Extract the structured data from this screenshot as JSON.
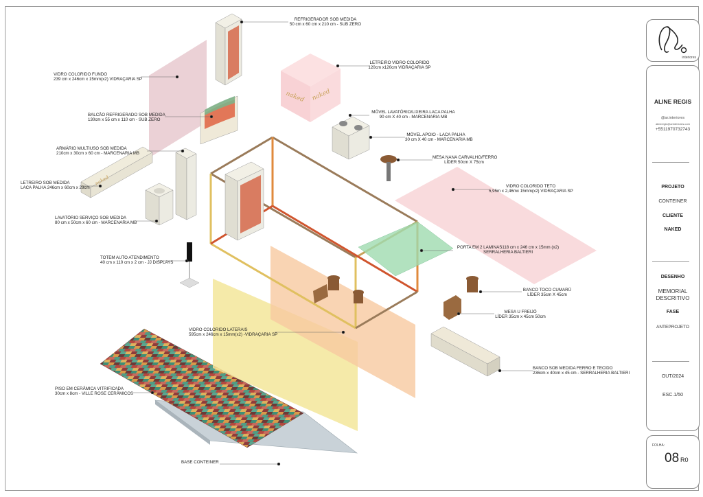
{
  "labels": {
    "refrigerador": {
      "title": "REFRIGERADOR SOB MEDIDA",
      "sub": "50 cm x 60 cm x 210 cm - SUB ZERO"
    },
    "vidro_fundo": {
      "title": "VIDRO COLORIDO  FUNDO",
      "sub": "239 cm x 246cm x 15mm(x2) VIDRAÇARIA SP"
    },
    "letreiro_vidro": {
      "title": "LETREIRO VIDRO COLORIDO",
      "sub": "120cm x120cm VIDRAÇARIA SP"
    },
    "balcao": {
      "title": "BALCÃO REFRIGERADO SOB MEDIDA",
      "sub": "130cm x 55 cm x 110 cm - SUB ZERO"
    },
    "movel_lavatorio": {
      "title": "MÓVEL LAVATÓRIO/LIXEIRA LACA PALHA",
      "sub": "90 cm X 40 cm - MARCENARIA MB"
    },
    "movel_apoio": {
      "title": "MÓVEL APOIO - LACA PALHA",
      "sub": "30 cm X 40 cm - MARCENARIA MB"
    },
    "armario": {
      "title": "ARMÁRIO MULTIUSO SOB MEDIDA",
      "sub": "210cm x 30cm x 60 cm - MARCENARIA MB"
    },
    "mesa_nana": {
      "title": "MESA NANA CARVALHO/FERRO",
      "sub": "LÍDER 50cm X 75cm"
    },
    "letreiro_sob": {
      "title": "LETREIRO SOB MEDIDA",
      "sub": "LACA PALHA 246cm x 60cm x 29cm"
    },
    "vidro_teto": {
      "title": "VIDRO COLORIDO TETO",
      "sub": "5,95m x 2,46mx 15mm(x2) VIDRAÇARIA SP"
    },
    "lavatorio_servico": {
      "title": "LAVATÓRIO SERVIÇO SOB MEDIDA",
      "sub": "80 cm x 50cm x 60 cm - MARCENARIA MB"
    },
    "porta": {
      "title": "PORTA  EM 2 LAMINAS118 cm x  246 cm x 15mm (x2)",
      "sub": "SERRALHERIA BALTIERI"
    },
    "totem": {
      "title": "TOTEM AUTO ATENDIMENTO",
      "sub": "40 cm x 110 cm x 2 cm - JJ DISPLAYS"
    },
    "banco_toco": {
      "title": "BANCO TOCO CUMARÚ",
      "sub": "LÍDER 35cm X 45cm"
    },
    "mesa_u": {
      "title": "MESA U FREIJÓ",
      "sub": "LÍDER 35cm x 45cm 50cm"
    },
    "vidro_laterais": {
      "title": "VIDRO COLORIDO  LATERAIS",
      "sub": "595cm x 246cm x 15mm(x2) -VIDRAÇARIA SP"
    },
    "banco_sob": {
      "title": "BANCO SOB MEDIDA FERRO E TECIDO",
      "sub": "236cm x 40cm x 45 cm - SERRALHERIA BALTIERI"
    },
    "piso": {
      "title": "PISO EM CERÂMICA VITRIFICADA",
      "sub": "30cm x 8cm - VILLE ROSE CERÂMICOS"
    },
    "base": {
      "title": "BASE CONTEINER",
      "sub": ""
    }
  },
  "signage": {
    "naked": "naked"
  },
  "title_block": {
    "logo_caption": "interiores",
    "designer": "ALINE REGIS",
    "instagram": "@ar.interiores",
    "email": "alineregis@arinteriores.com",
    "phone": "+5511970732743",
    "projeto_label": "PROJETO",
    "projeto_value": "CONTEINER",
    "cliente_label": "CLIENTE",
    "cliente_value": "NAKED",
    "desenho_label": "DESENHO",
    "desenho_value_1": "MEMORIAL",
    "desenho_value_2": "DESCRITIVO",
    "fase_label": "FASE",
    "fase_value": "ANTEPROJETO",
    "date": "OUT/2024",
    "scale": "ESC.1/50",
    "folha_label": "FOLHA:",
    "folha_number": "08",
    "folha_rev": "R0"
  },
  "colors": {
    "rose_glass": "#e8c9cf",
    "pink_glass": "#f7cfd1",
    "orange_glass": "#f8c9a0",
    "yellow_glass": "#f3e69a",
    "green_glass": "#9fdcb0",
    "base_grey": "#c9d2d8",
    "frame_orange": "#e08a3c",
    "frame_brown": "#9a7b5a",
    "wood": "#8a5a34",
    "cabinet": "#eceae0"
  }
}
